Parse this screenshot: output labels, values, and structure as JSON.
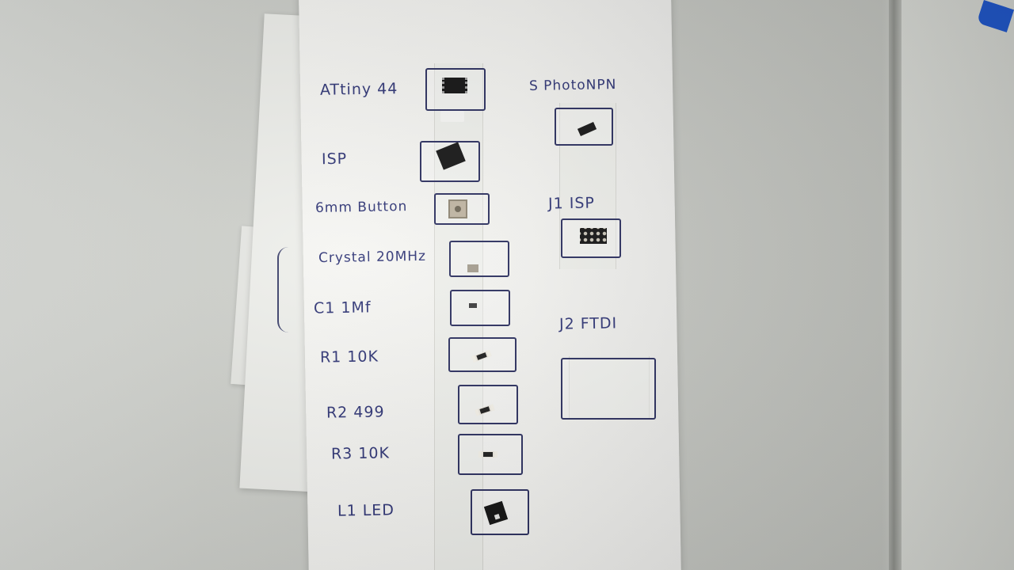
{
  "photo": {
    "left_column": [
      {
        "id": "attiny",
        "label": "ATtiny 44",
        "component": "soic-chip-icon"
      },
      {
        "id": "isp",
        "label": "ISP",
        "component": "isp-header-icon"
      },
      {
        "id": "button",
        "label": "6mm Button",
        "component": "tact-button-icon"
      },
      {
        "id": "crystal",
        "label": "Crystal 20MHz",
        "component": "crystal-icon"
      },
      {
        "id": "c1",
        "label": "C1 1Mf",
        "component": "capacitor-icon"
      },
      {
        "id": "r1",
        "label": "R1  10K",
        "component": "resistor-icon"
      },
      {
        "id": "r2",
        "label": "R2  499",
        "component": "resistor-icon"
      },
      {
        "id": "r3",
        "label": "R3  10K",
        "component": "resistor-icon"
      },
      {
        "id": "l1",
        "label": "L1 LED",
        "component": "led-icon"
      }
    ],
    "right_column": [
      {
        "id": "photo",
        "label": "S PhotoNPN",
        "component": "phototransistor-icon"
      },
      {
        "id": "j1",
        "label": "J1  ISP",
        "component": "pin-header-icon"
      },
      {
        "id": "j2",
        "label": "J2  FTDI",
        "component": ""
      }
    ],
    "colors": {
      "ink": "#2e3475",
      "paper": "#f5f5f2",
      "wall": "#c8cac5",
      "blue_object": "#1f55c7"
    }
  }
}
